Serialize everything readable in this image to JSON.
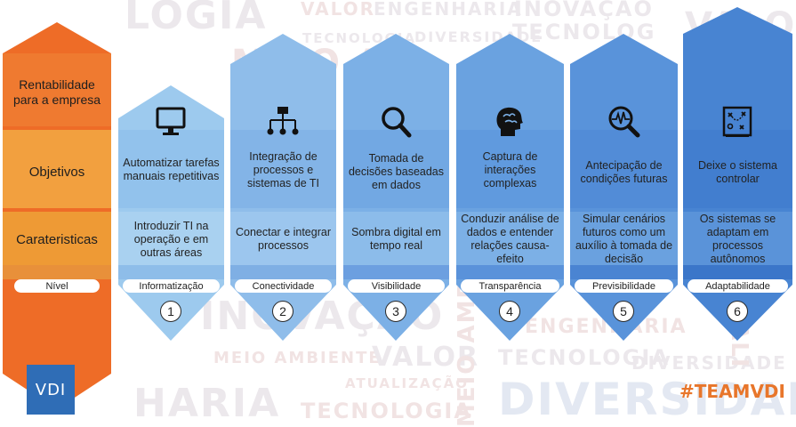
{
  "row_labels": {
    "rentabilidade": "Rentabilidade para a empresa",
    "objetivos": "Objetivos",
    "caracteristicas": "Carateristicas",
    "nivel": "Nível"
  },
  "columns": [
    {
      "level_name": "Informatização",
      "number": "1",
      "icon": "monitor-icon",
      "objetivo": "Automatizar tarefas manuais repetitivas",
      "caracteristica": "Introduzir TI na operação e em outras áreas"
    },
    {
      "level_name": "Conectividade",
      "number": "2",
      "icon": "network-icon",
      "objetivo": "Integração de processos e sistemas de TI",
      "caracteristica": "Conectar e integrar processos"
    },
    {
      "level_name": "Visibilidade",
      "number": "3",
      "icon": "magnifier-icon",
      "objetivo": "Tomada de decisões baseadas em dados",
      "caracteristica": "Sombra digital em tempo real"
    },
    {
      "level_name": "Transparência",
      "number": "4",
      "icon": "brain-head-icon",
      "objetivo": "Captura de interações complexas",
      "caracteristica": "Conduzir análise de dados e entender relações causa-efeito"
    },
    {
      "level_name": "Previsibilidade",
      "number": "5",
      "icon": "pulse-magnifier-icon",
      "objetivo": "Antecipação de condições futuras",
      "caracteristica": "Simular cenários futuros como um auxílio à tomada de decisão"
    },
    {
      "level_name": "Adaptabilidade",
      "number": "6",
      "icon": "strategy-board-icon",
      "objetivo": "Deixe o sistema controlar",
      "caracteristica": "Os sistemas se adaptam em processos autônomos"
    }
  ],
  "background_words": [
    "LOGIA",
    "VALOR",
    "ENGENHARIA",
    "INOVAÇÃO",
    "VALOR",
    "TECNOLOGIA",
    "DIVERSIDADE",
    "TECNOLOG",
    "MEIO AM",
    "INOVAÇÃO",
    "ENGENHARIA",
    "MEIO AMBIENTE",
    "VALOR",
    "TECNOLOGIA",
    "DIVERSIDADE",
    "ATUALIZAÇÃO",
    "HARIA",
    "TECNOLOGIA",
    "MEIO AMB",
    "DIVERSIDADE",
    "ATUALI"
  ],
  "logo_text": "VDI",
  "hashtag": "#TEAMVDI",
  "colors": {
    "orange": "#ee6c27",
    "orange_light": "#f3913f",
    "band_objetivos": "#f2a03f",
    "band_caracteristicas": "#ee9a35",
    "blue_shades": [
      "#9dcaee",
      "#8fbdea",
      "#7cb0e6",
      "#6aa2e0",
      "#5993da",
      "#4884d2"
    ]
  }
}
